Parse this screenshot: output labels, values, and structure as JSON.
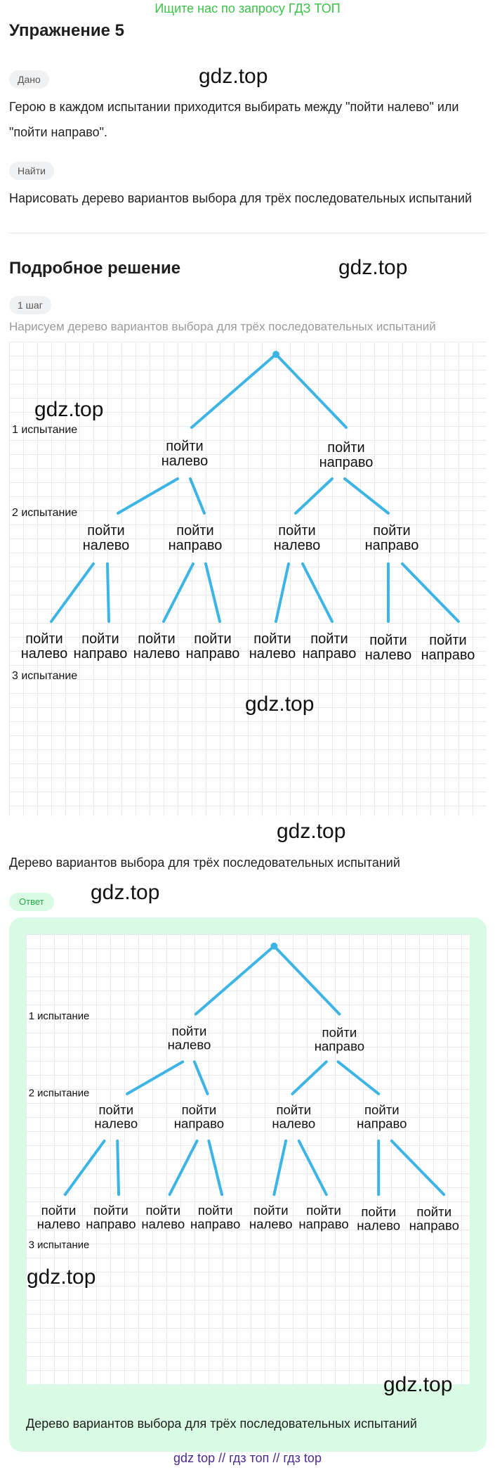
{
  "banner": "Ищите нас по запросу ГДЗ ТОП",
  "exercise_title": "Упражнение 5",
  "given": {
    "label": "Дано",
    "text_1": "Герою в каждом испытании приходится выбирать между \"пойти налево\" или",
    "text_2": "\"пойти направо\"."
  },
  "find": {
    "label": "Найти",
    "text": "Нарисовать дерево вариантов выбора для трёх последовательных испытаний"
  },
  "solution": {
    "title": "Подробное решение",
    "step_label": "1 шаг",
    "step_text": "Нарисуем дерево вариантов выбора для трёх последовательных испытаний",
    "caption": "Дерево вариантов выбора для трёх последовательных испытаний"
  },
  "answer": {
    "label": "Ответ",
    "caption": "Дерево вариантов выбора для трёх последовательных испытаний"
  },
  "tree": {
    "trial_1": "1 испытание",
    "trial_2": "2 испытание",
    "trial_3": "3 испытание",
    "go": "пойти",
    "left": "налево",
    "right": "направо",
    "line_color": "#3db4e6"
  },
  "watermarks": {
    "w1": "gdz.top",
    "w2": "gdz.top",
    "w3": "gdz.top",
    "w4": "gdz.top",
    "w5": "gdz.top",
    "w6": "gdz.top",
    "w7": "gdz.top",
    "w8": "gdz.top"
  },
  "footer": "gdz top  //  гдз топ  //  гдз top",
  "colors": {
    "banner": "#3cc24a",
    "answer_bg": "#d9fbe4",
    "answer_label": "#27a44a",
    "footer": "#4b2a8f"
  }
}
